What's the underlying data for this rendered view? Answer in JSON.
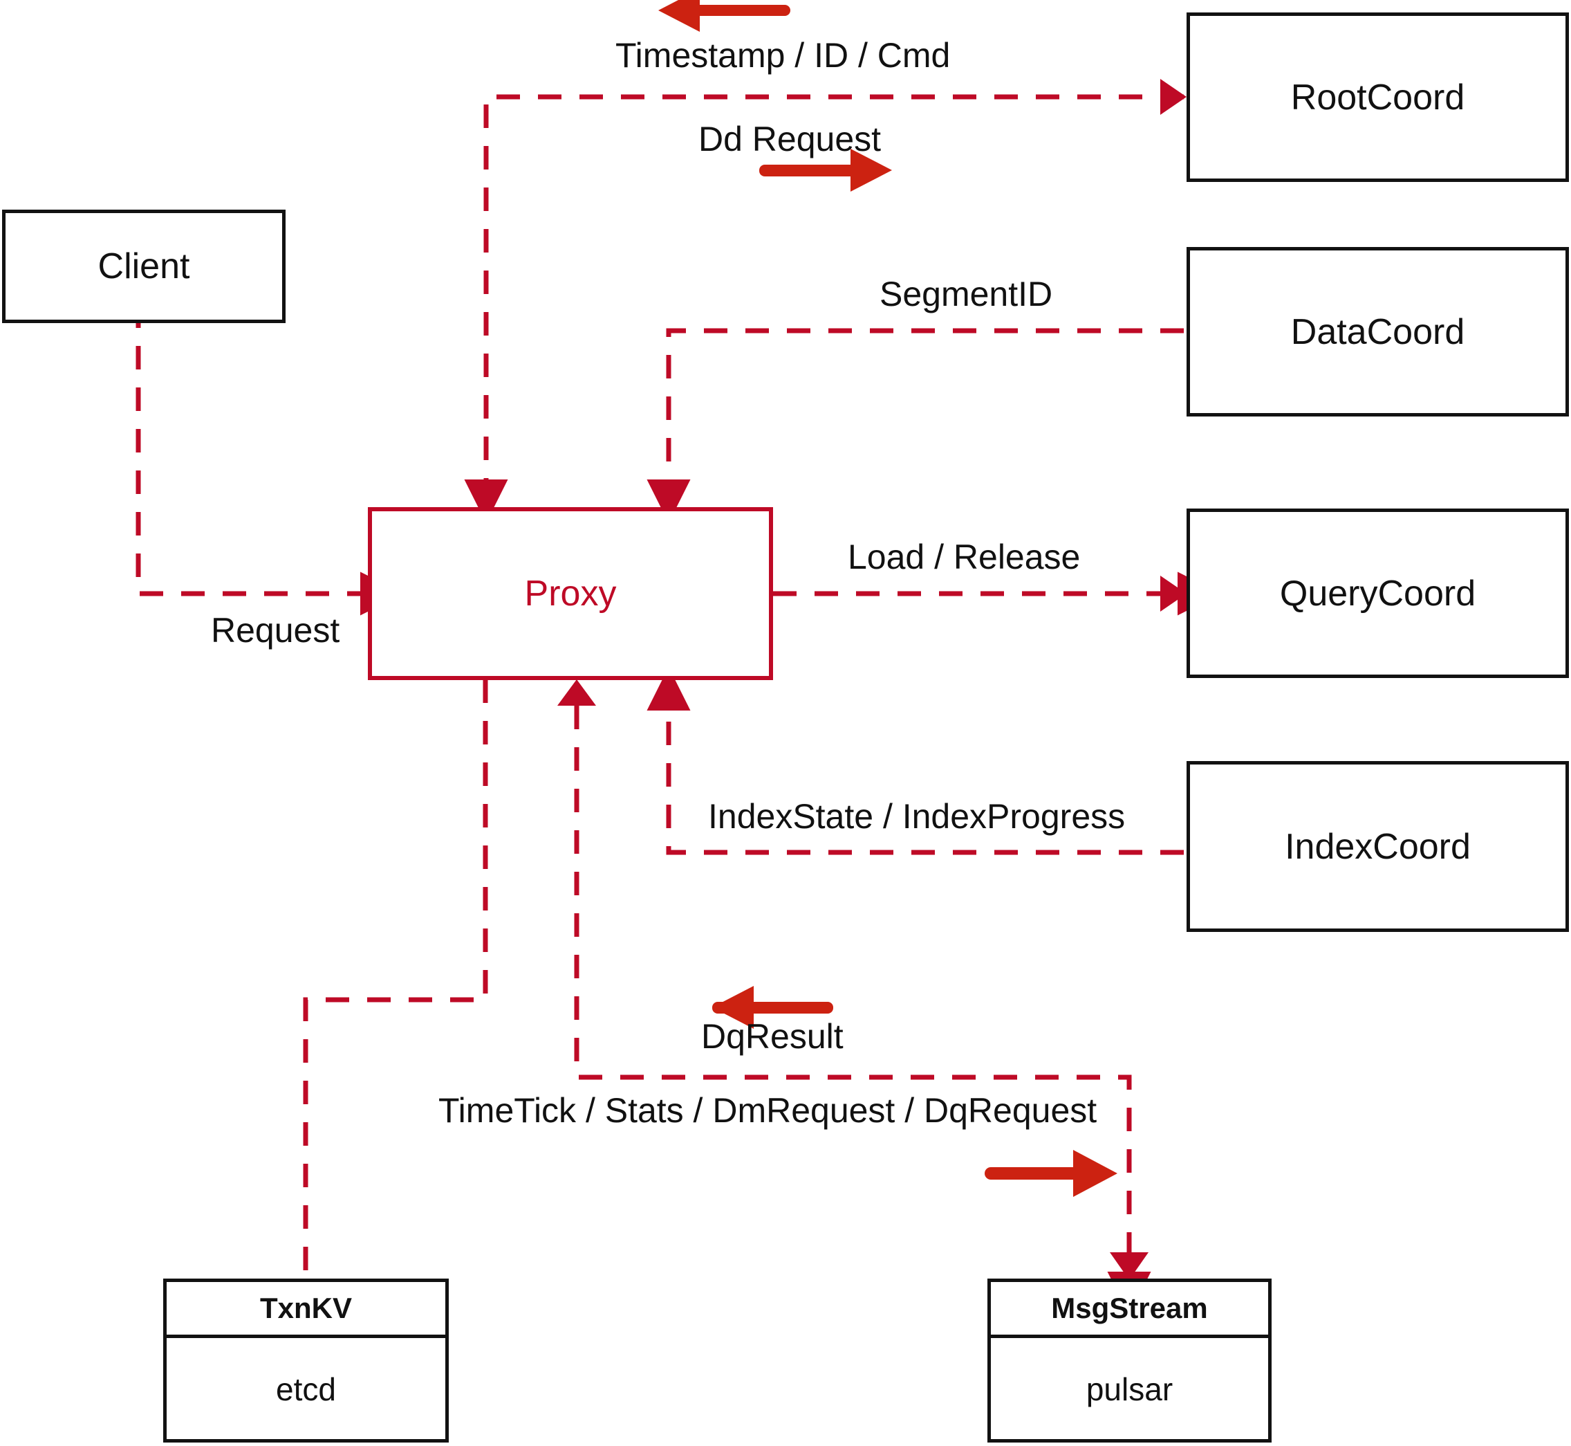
{
  "diagram": {
    "title": "Milvus Proxy interaction diagram",
    "colors": {
      "dashed_red": "#BE0A26",
      "solid_arrow_red": "#CC2211",
      "box_border": "#121212",
      "background": "#FFFFFF"
    }
  },
  "nodes": {
    "client": {
      "label": "Client"
    },
    "proxy": {
      "label": "Proxy"
    },
    "root_coord": {
      "label": "RootCoord"
    },
    "data_coord": {
      "label": "DataCoord"
    },
    "query_coord": {
      "label": "QueryCoord"
    },
    "index_coord": {
      "label": "IndexCoord"
    },
    "txnkv": {
      "header": "TxnKV",
      "body": "etcd"
    },
    "msgstream": {
      "header": "MsgStream",
      "body": "pulsar"
    }
  },
  "edge_labels": {
    "timestamp_id_cmd": "Timestamp / ID / Cmd",
    "dd_request": "Dd Request",
    "segment_id": "SegmentID",
    "request": "Request",
    "load_release": "Load / Release",
    "index_state_progress": "IndexState / IndexProgress",
    "dq_result": "DqResult",
    "timetick_stats": "TimeTick / Stats / DmRequest / DqRequest"
  }
}
